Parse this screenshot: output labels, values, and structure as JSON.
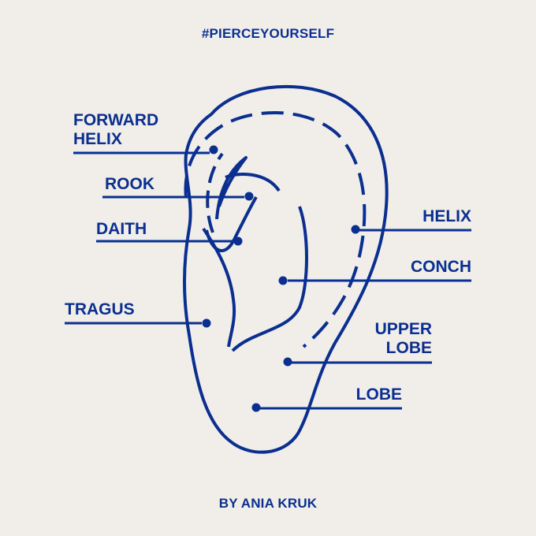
{
  "colors": {
    "ink": "#0b2f8f",
    "background": "#f1eeea"
  },
  "header": {
    "hashtag": "#PIERCEYOURSELF"
  },
  "footer": {
    "credit": "BY ANIA KRUK"
  },
  "labels": {
    "forward_helix": "FORWARD\nHELIX",
    "rook": "ROOK",
    "daith": "DAITH",
    "tragus": "TRAGUS",
    "helix": "HELIX",
    "conch": "CONCH",
    "upper_lobe": "UPPER\nLOBE",
    "lobe": "LOBE"
  }
}
